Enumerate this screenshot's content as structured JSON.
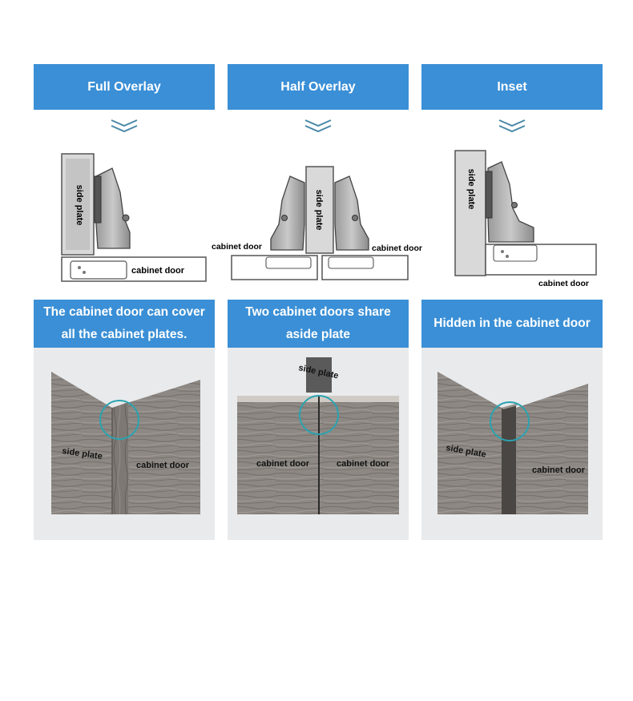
{
  "columns": [
    {
      "heading": "Full Overlay",
      "caption": "The cabinet door can cover all the cabinet plates.",
      "diagram_labels": {
        "side_plate": "side plate",
        "cabinet_door": "cabinet door"
      },
      "photo_labels": {
        "side_plate": "side plate",
        "cabinet_door": "cabinet door"
      }
    },
    {
      "heading": "Half Overlay",
      "caption": "Two cabinet doors share aside plate",
      "diagram_labels": {
        "side_plate": "side plate",
        "cabinet_door_left": "cabinet door",
        "cabinet_door_right": "cabinet door"
      },
      "photo_labels": {
        "side_plate": "side plate",
        "cabinet_door_left": "cabinet door",
        "cabinet_door_right": "cabinet door"
      }
    },
    {
      "heading": "Inset",
      "caption": "Hidden in the cabinet door",
      "diagram_labels": {
        "side_plate": "side plate",
        "cabinet_door": "cabinet door"
      },
      "photo_labels": {
        "side_plate": "side plate",
        "cabinet_door": "cabinet door"
      }
    }
  ],
  "colors": {
    "header_blue": "#3a8fd6",
    "chevron": "#4a8aa8",
    "highlight_circle": "#2aa3b0",
    "wood": "#8a8580",
    "panel_bg": "#e9eaec"
  },
  "icons": {
    "chevron": "double-chevron-down-icon"
  }
}
